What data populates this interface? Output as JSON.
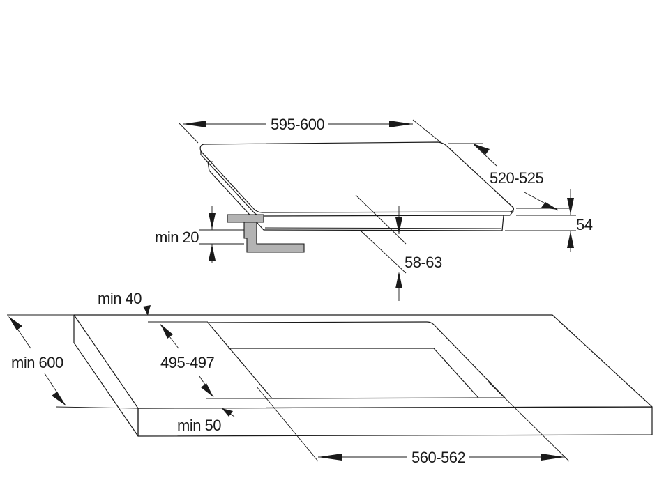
{
  "dimensions": {
    "hob_width": "595-600",
    "hob_depth": "520-525",
    "hob_height": "54",
    "min_clearance_below": "min 20",
    "built_in_depth": "58-63",
    "min_back_distance": "min 40",
    "min_worktop_depth": "min 600",
    "cutout_depth": "495-497",
    "min_front_distance": "min 50",
    "cutout_width": "560-562"
  }
}
